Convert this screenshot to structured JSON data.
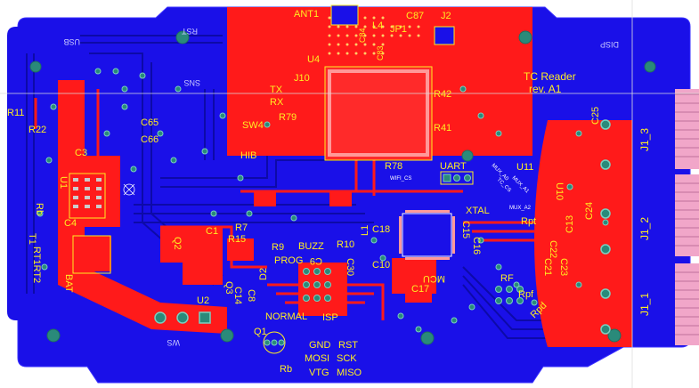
{
  "board": {
    "title_line1": "TC Reader",
    "title_line2": "rev. A1",
    "colors": {
      "background": "#ffffff",
      "bottom_copper": "#1a10e8",
      "top_copper": "#ff1a1a",
      "silkscreen": "#ffee22",
      "pad_dark": "#2a8a7a",
      "edge_connector": "#f1a6c9"
    }
  },
  "labels": {
    "ant1": "ANT1",
    "l4": "L4",
    "c87": "C87",
    "j2": "J2",
    "jp1": "JP1",
    "c84": "C84",
    "c83": "C83",
    "u4": "U4",
    "j10": "J10",
    "tx": "TX",
    "rx": "RX",
    "r79": "R79",
    "sw4": "SW4",
    "hib": "HIB",
    "r42": "R42",
    "r41": "R41",
    "r78": "R78",
    "uart": "UART",
    "wifi_cs": "WIFI_CS",
    "rst": "RST",
    "usb": "USB",
    "sns": "SNS",
    "disp": "DISP",
    "r11": "R11",
    "r22": "R22",
    "c65": "C65",
    "c66": "C66",
    "c3": "C3",
    "u1": "U1",
    "rb_left": "Rb",
    "c4": "C4",
    "t1": "T1",
    "rt1rt2": "RT1RT2",
    "bat": "BAT",
    "q2": "Q2",
    "c1": "C1",
    "r7": "R7",
    "r15": "R15",
    "r9": "R9",
    "buzz": "BUZZ",
    "r10": "R10",
    "l1": "L1",
    "c18": "C18",
    "prog": "PROG",
    "c9": "C9",
    "c30": "C30",
    "c10": "C10",
    "xtal": "XTAL",
    "c15": "C15",
    "c16": "C16",
    "c17": "C17",
    "mcu": "MCU",
    "u2": "U2",
    "q3": "Q3",
    "c14": "C14",
    "c8": "C8",
    "d2": "D2",
    "normal": "NORMAL",
    "isp": "ISP",
    "q1": "Q1",
    "gnd": "GND",
    "rst_isp": "RST",
    "mosi": "MOSI",
    "sck": "SCK",
    "vtg": "VTG",
    "miso": "MISO",
    "rb_bottom": "Rb",
    "ws": "WS",
    "rf": "RF",
    "rpf": "Rpf",
    "rpd": "Rpd",
    "u11": "U11",
    "mux_a0": "MUX_A0",
    "tc_cs": "TC_CS",
    "mux_a1": "MUX_A1",
    "mux_a2": "MUX_A2",
    "rpt": "Rpt",
    "c13": "C13",
    "c24": "C24",
    "u10": "U10",
    "c23": "C23",
    "c22": "C22",
    "c21": "C21",
    "c25": "C25",
    "j1_3": "J1_3",
    "j1_2": "J1_2",
    "j1_1": "J1_1"
  }
}
